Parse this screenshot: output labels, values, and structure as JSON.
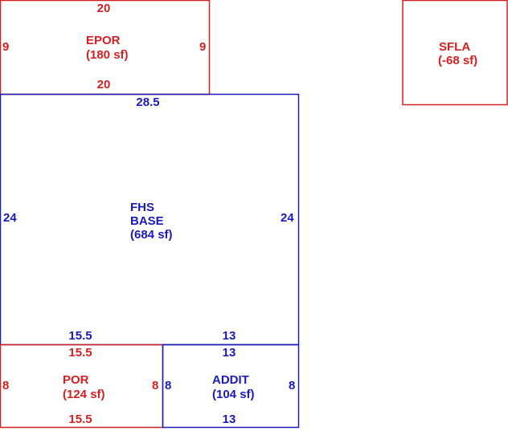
{
  "colors": {
    "red": "#d42020",
    "blue": "#1a1ab8"
  },
  "areas": {
    "epor": {
      "name": "EPOR",
      "area": "(180 sf)",
      "top": "20",
      "bottom": "20",
      "left": "9",
      "right": "9"
    },
    "sfla": {
      "name": "SFLA",
      "area": "(-68 sf)"
    },
    "base": {
      "name_line1": "FHS",
      "name_line2": "BASE",
      "area": "(684 sf)",
      "top": "28.5",
      "left": "24",
      "right": "24",
      "bottom_left": "15.5",
      "bottom_right": "13"
    },
    "por": {
      "name": "POR",
      "area": "(124 sf)",
      "top": "15.5",
      "bottom": "15.5",
      "left": "8",
      "right": "8"
    },
    "addit": {
      "name": "ADDIT",
      "area": "(104 sf)",
      "top": "13",
      "bottom": "13",
      "left": "8",
      "right": "8"
    }
  }
}
